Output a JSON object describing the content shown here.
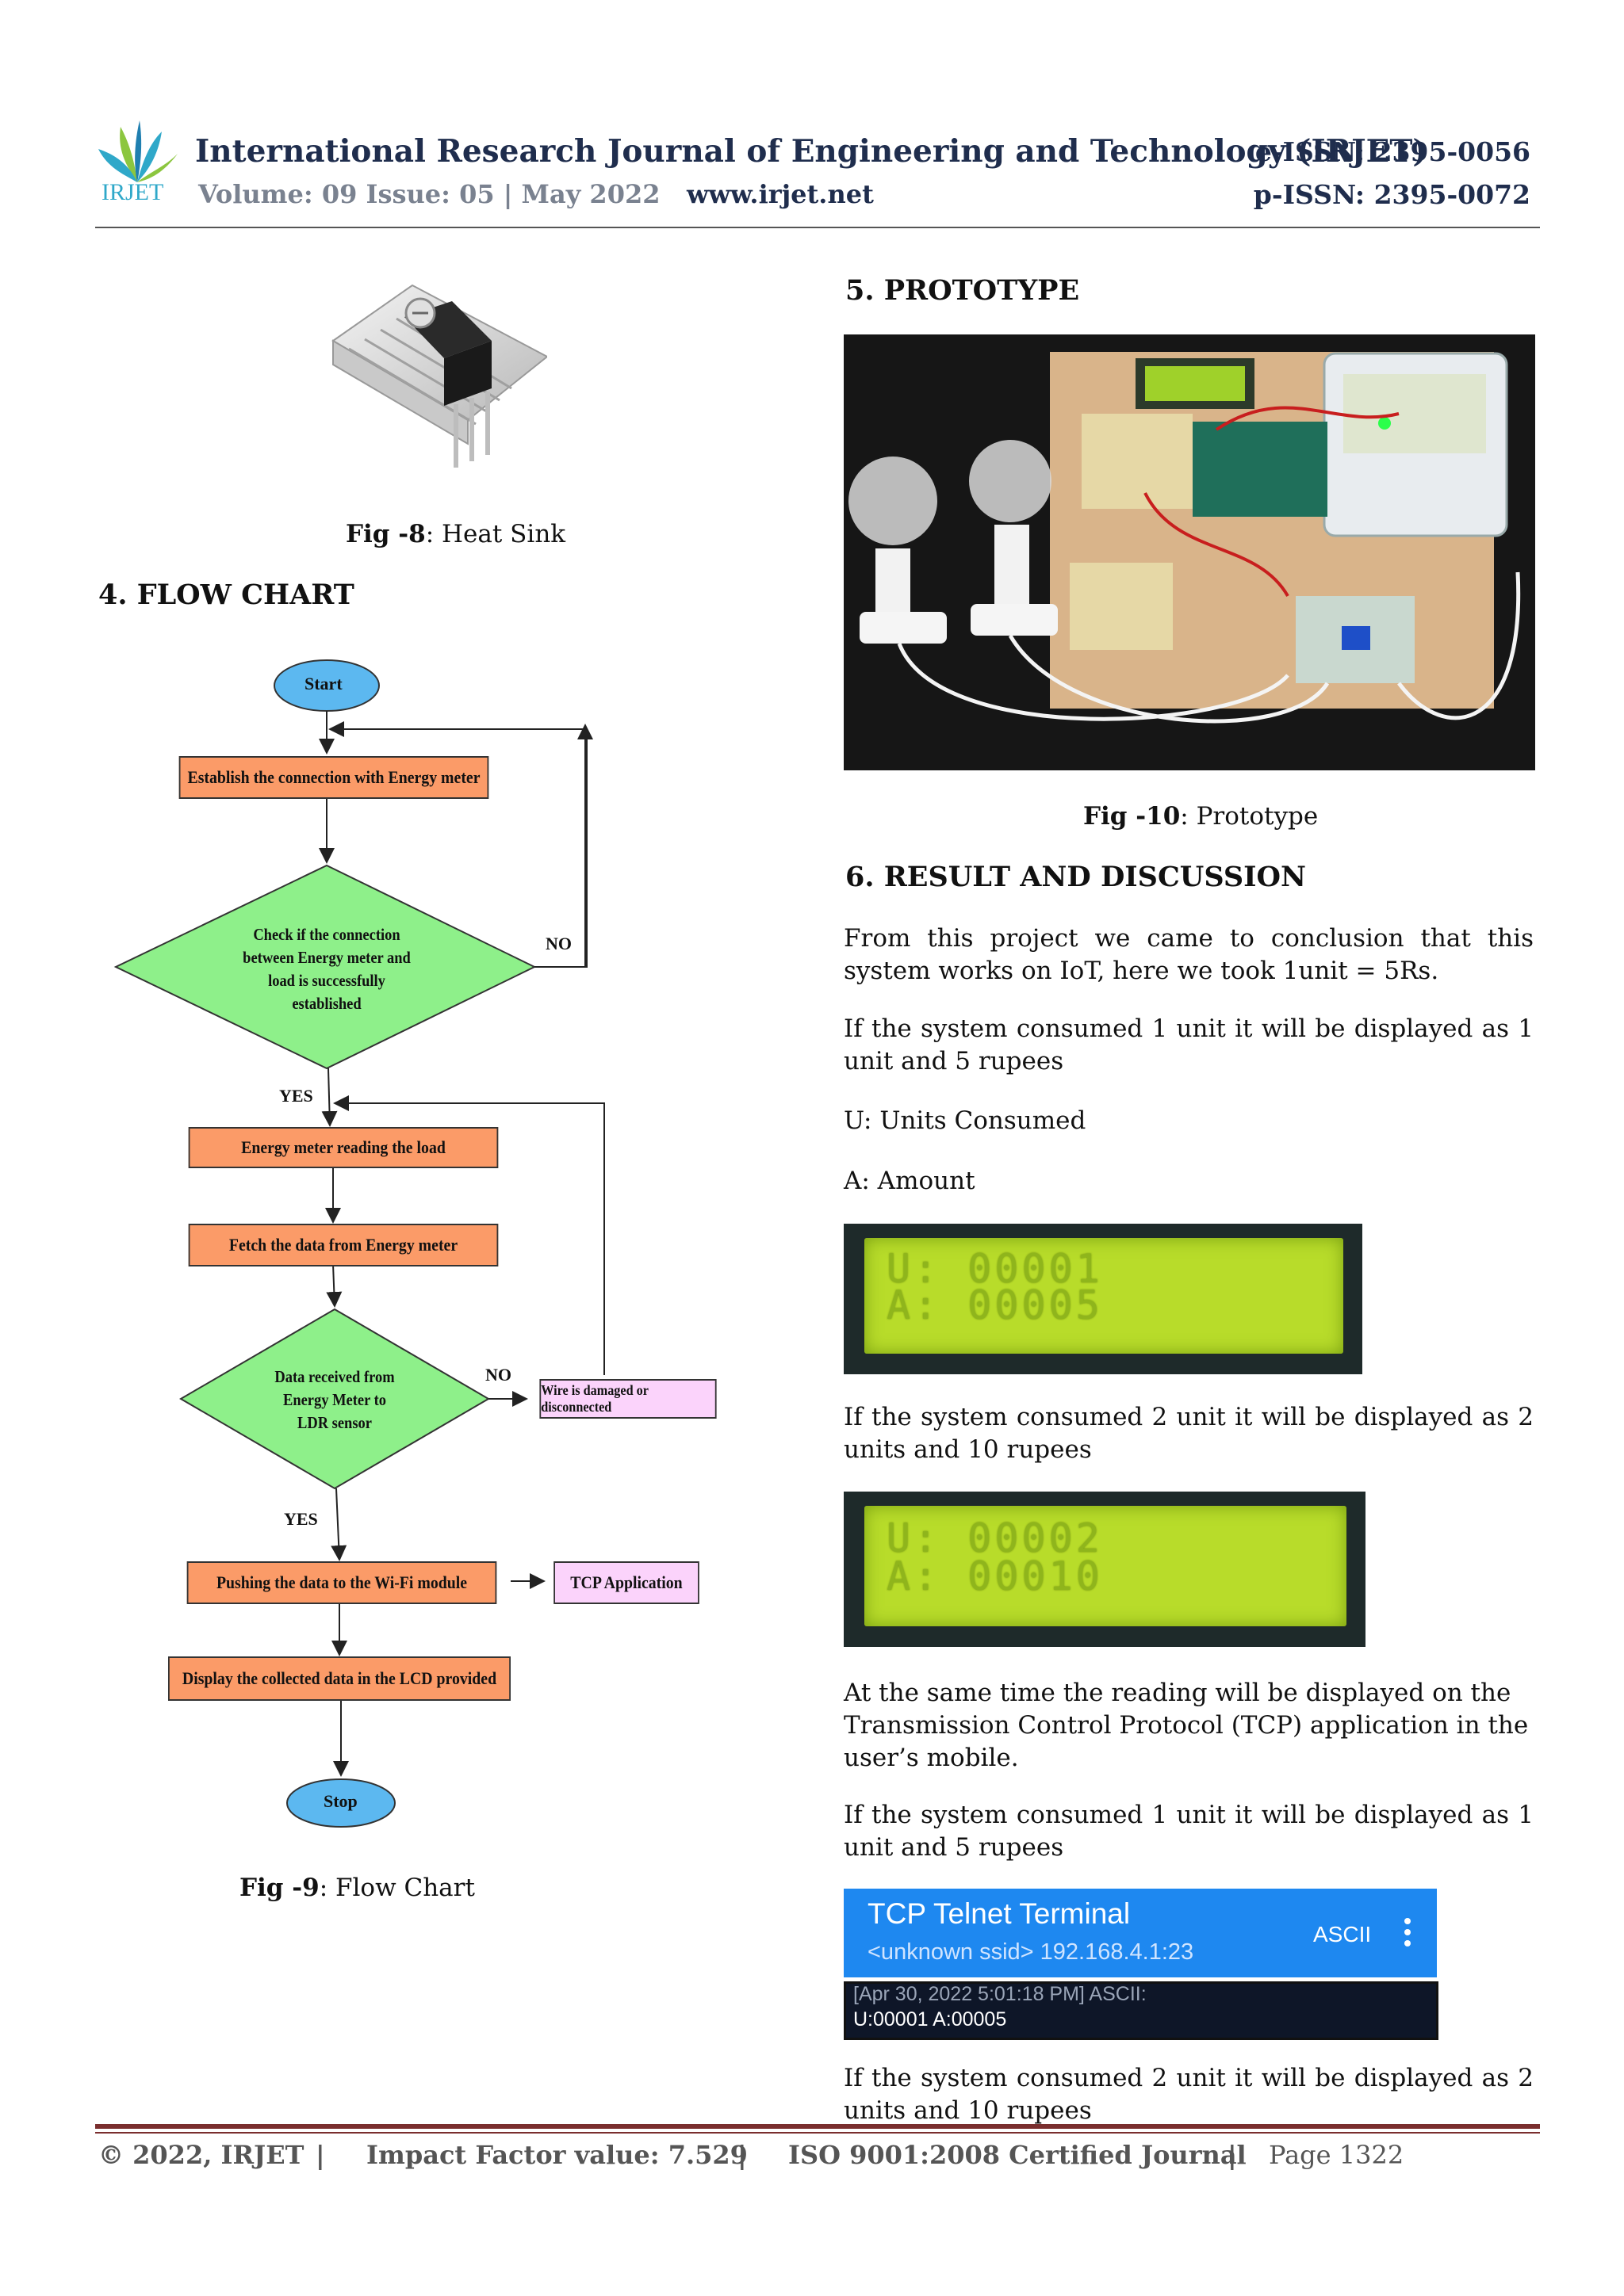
{
  "header": {
    "journal_title": "International Research Journal of Engineering and Technology (IRJET)",
    "e_issn": "e-ISSN: 2395-0056",
    "p_issn": "p-ISSN: 2395-0072",
    "volume": "Volume: 09 Issue: 05 | May 2022",
    "website": "www.irjet.net",
    "logo_text": "IRJET"
  },
  "left": {
    "fig8_caption_label": "Fig -8",
    "fig8_caption_text": ": Heat Sink",
    "flowchart_heading": "4. FLOW CHART",
    "fig9_caption_label": "Fig -9",
    "fig9_caption_text": ": Flow Chart",
    "flowchart": {
      "start": "Start",
      "establish": "Establish the connection with Energy meter",
      "check": [
        "Check if the connection",
        "between Energy meter and",
        "load is successfully",
        "established"
      ],
      "no1": "NO",
      "yes1": "YES",
      "reading": "Energy meter reading the load",
      "fetch": "Fetch the data from Energy meter",
      "received": [
        "Data received from",
        "Energy Meter to",
        "LDR sensor"
      ],
      "no2": "NO",
      "wire": "Wire is damaged or disconnected",
      "yes2": "YES",
      "pushing": "Pushing the data to the Wi-Fi module",
      "tcp_app": "TCP Application",
      "display": "Display the collected data in the LCD provided",
      "stop": "Stop"
    }
  },
  "right": {
    "prototype_heading": "5. PROTOTYPE",
    "fig10_caption_label": "Fig -10",
    "fig10_caption_text": ": Prototype",
    "result_heading": "6. RESULT AND DISCUSSION",
    "para1": "From this project we came to conclusion that this system works on IoT, here we took 1unit = 5Rs.",
    "para2": "If the system consumed 1 unit it will be displayed as 1 unit and 5 rupees",
    "para3": "U: Units Consumed",
    "para4": "A: Amount",
    "lcd1": {
      "line1": "U: 00001",
      "line2": "A: 00005"
    },
    "para5": "If the system consumed 2 unit it will be displayed as 2 units and 10 rupees",
    "lcd2": {
      "line1": "U: 00002",
      "line2": "A: 00010"
    },
    "para6": "At the same time the reading will be displayed on the Transmission Control Protocol (TCP) application in the user’s mobile.",
    "para7": "If the system consumed 1 unit it will be displayed as 1 unit and 5 rupees",
    "tcp": {
      "title": "TCP Telnet Terminal",
      "subtitle": "<unknown ssid> 192.168.4.1:23",
      "mode": "ASCII",
      "log_line": "[Apr 30, 2022 5:01:18 PM] ASCII:",
      "value_line": "U:00001 A:00005"
    },
    "para8": "If the system consumed 2 unit it will be displayed as 2 units and 10 rupees"
  },
  "footer": {
    "copyright": "© 2022, IRJET",
    "impact": "Impact Factor value: 7.529",
    "iso": "ISO 9001:2008 Certified Journal",
    "page": "Page 1322"
  }
}
